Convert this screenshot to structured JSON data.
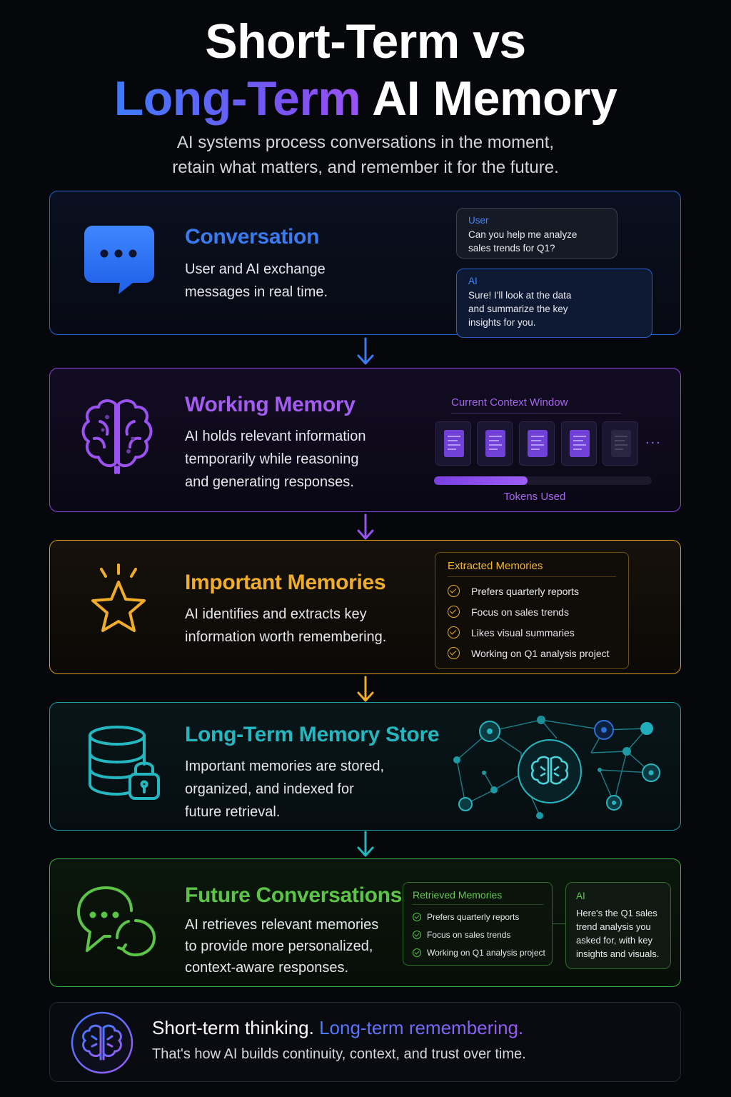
{
  "header": {
    "title_line1": "Short-Term vs",
    "title_line2_accent": "Long-Term",
    "title_line2_rest": " AI Memory",
    "subtitle_line1": "AI systems process conversations in the moment,",
    "subtitle_line2": "retain what matters, and remember it for the future."
  },
  "colors": {
    "conversation": "#3a7bf0",
    "working_memory": "#a45cf2",
    "important_memories": "#f0ad2a",
    "long_term_store": "#25b7c0",
    "future_conversations": "#5cc548",
    "background": "#06070b"
  },
  "conversation": {
    "icon": "chat-bubble-icon",
    "title": "Conversation",
    "desc_line1": "User and AI exchange",
    "desc_line2": "messages in real time.",
    "user_label": "User",
    "user_line1": "Can you help me analyze",
    "user_line2": "sales trends for Q1?",
    "ai_label": "AI",
    "ai_line1": "Sure! I'll look at the data",
    "ai_line2": "and summarize the key",
    "ai_line3": "insights for you."
  },
  "working_memory": {
    "icon": "brain-icon",
    "title": "Working Memory",
    "desc_line1": "AI holds relevant information",
    "desc_line2": "temporarily while reasoning",
    "desc_line3": "and generating responses.",
    "context_label": "Current Context Window",
    "dots": "...",
    "tokens_label": "Tokens Used",
    "tokens_used_fraction": 0.43
  },
  "important_memories": {
    "icon": "star-icon",
    "title": "Important Memories",
    "desc_line1": "AI identifies and extracts key",
    "desc_line2": "information worth remembering.",
    "panel_title": "Extracted Memories",
    "items": [
      "Prefers quarterly reports",
      "Focus on sales trends",
      "Likes visual summaries",
      "Working on Q1 analysis project"
    ]
  },
  "long_term_store": {
    "icon": "database-lock-icon",
    "title": "Long-Term Memory Store",
    "desc_line1": "Important memories are stored,",
    "desc_line2": "organized, and indexed for",
    "desc_line3": "future retrieval."
  },
  "future_conversations": {
    "icon": "chat-refresh-icon",
    "title": "Future Conversations",
    "desc_line1": "AI retrieves relevant memories",
    "desc_line2": "to provide more personalized,",
    "desc_line3": "context-aware responses.",
    "panel_title": "Retrieved Memories",
    "items": [
      "Prefers quarterly reports",
      "Focus on sales trends",
      "Working on Q1 analysis project"
    ],
    "ai_label": "AI",
    "ai_line1": "Here's the Q1 sales",
    "ai_line2": "trend analysis you",
    "ai_line3": "asked for, with key",
    "ai_line4": "insights and visuals."
  },
  "footer": {
    "line1_plain": "Short-term thinking. ",
    "line1_accent": "Long-term remembering.",
    "line2": "That's how AI builds continuity, context, and trust over time."
  }
}
